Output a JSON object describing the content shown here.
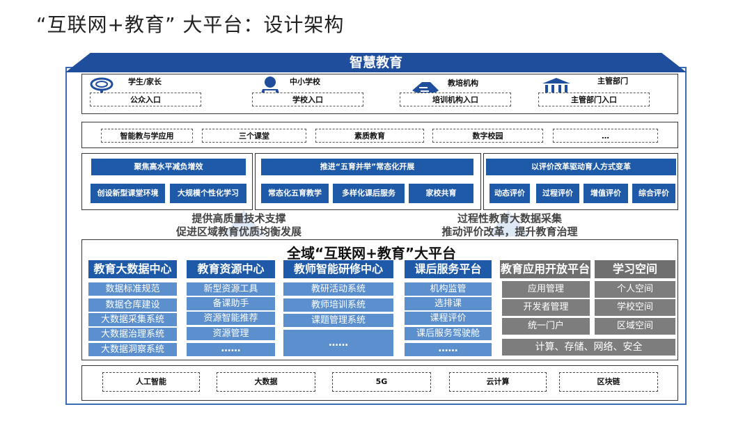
{
  "page_title": "“互联网+教育” 大平台：设计架构",
  "banner": "智慧教育",
  "users": [
    {
      "label": "学生/家长",
      "entry": "公众入口",
      "icon": "magnifier-icon"
    },
    {
      "label": "中小学校",
      "entry": "学校入口",
      "icon": "teacher-laptop-icon"
    },
    {
      "label": "教培机构",
      "entry": "培训机构入口",
      "icon": "handshake-icon"
    },
    {
      "label": "主管部门",
      "entry": "主管部门入口",
      "icon": "government-building-icon"
    }
  ],
  "apps": [
    "智能教与学应用",
    "三个课堂",
    "素质教育",
    "数字校园",
    "…"
  ],
  "panels": [
    {
      "header": "聚焦高水平减负增效",
      "items": [
        "创设新型课堂环境",
        "大规模个性化学习"
      ]
    },
    {
      "header": "推进“五育并举”常态化开展",
      "items": [
        "常态化五育教学",
        "多样化课后服务",
        "家校共育"
      ]
    },
    {
      "header": "以评价改革驱动育人方式变革",
      "items": [
        "动态评价",
        "过程评价",
        "增值评价",
        "综合评价"
      ]
    }
  ],
  "slogans": {
    "left": [
      "提供高质量技术支撑",
      "促进区域教育优质均衡发展"
    ],
    "right": [
      "过程性教育大数据采集",
      "推动评价改革，提升教育治理"
    ]
  },
  "platform_title": "全域“互联网+教育”大平台",
  "columns": [
    {
      "title": "教育大数据中心",
      "items": [
        "数据标准规范",
        "数据仓库建设",
        "大数据采集系统",
        "大数据治理系统",
        "大数据洞察系统"
      ]
    },
    {
      "title": "教育资源中心",
      "items": [
        "新型资源工具",
        "备课助手",
        "资源智能推荐",
        "资源管理",
        "……"
      ]
    },
    {
      "title": "教师智能研修中心",
      "items": [
        "教研活动系统",
        "教师培训系统",
        "课题管理系统",
        "……"
      ]
    },
    {
      "title": "课后服务平台",
      "items": [
        "机构监管",
        "选排课",
        "课程评价",
        "课后服务驾驶舱",
        "……"
      ]
    },
    {
      "title": "教育应用开放平台",
      "items": [
        "应用管理",
        "开发者管理",
        "统一门户"
      ]
    },
    {
      "title": "学习空间",
      "items": [
        "个人空间",
        "学校空间",
        "区域空间"
      ]
    }
  ],
  "infra_bar": "计算、存储、网络、安全",
  "tech": [
    "人工智能",
    "大数据",
    "5G",
    "云计算",
    "区块链"
  ],
  "colors": {
    "primary_blue": "#1f5aa8",
    "light_blue": "#5b8fce",
    "gray": "#6f6f6f",
    "frame": "#3a6bb3"
  }
}
